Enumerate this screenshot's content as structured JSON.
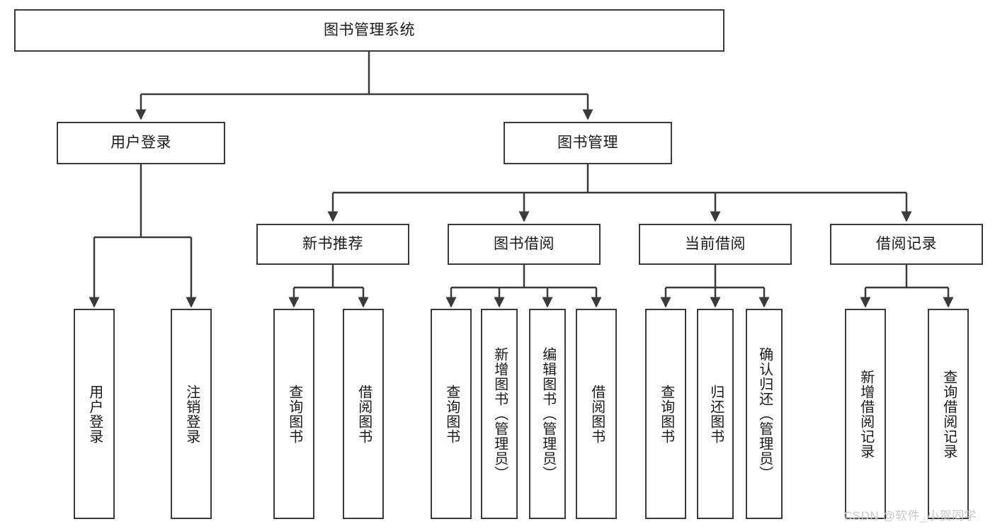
{
  "diagram": {
    "title": "图书管理系统",
    "type": "tree-hierarchy-diagram",
    "stroke_color": "#3a3a3a",
    "fill_color": "#ffffff",
    "text_color": "#1a1a1a"
  },
  "root": {
    "label": "图书管理系统"
  },
  "level2": [
    {
      "label": "用户登录"
    },
    {
      "label": "图书管理"
    }
  ],
  "level3": [
    {
      "label": "新书推荐"
    },
    {
      "label": "图书借阅"
    },
    {
      "label": "当前借阅"
    },
    {
      "label": "借阅记录"
    }
  ],
  "leaves": {
    "user_login": [
      {
        "label": "用户登录"
      },
      {
        "label": "注销登录"
      }
    ],
    "new_book": [
      {
        "label": "查询图书"
      },
      {
        "label": "借阅图书"
      }
    ],
    "book_borrow": [
      {
        "label": "查询图书"
      },
      {
        "label": "新增图书（管理员）"
      },
      {
        "label": "编辑图书（管理员）"
      },
      {
        "label": "借阅图书"
      }
    ],
    "current_borrow": [
      {
        "label": "查询图书"
      },
      {
        "label": "归还图书"
      },
      {
        "label": "确认归还（管理员）"
      }
    ],
    "borrow_record": [
      {
        "label": "新增借阅记录"
      },
      {
        "label": "查询借阅记录"
      }
    ]
  },
  "watermark": {
    "text": "CSDN @软件_小贺同学",
    "color": "#c9c9c9"
  }
}
